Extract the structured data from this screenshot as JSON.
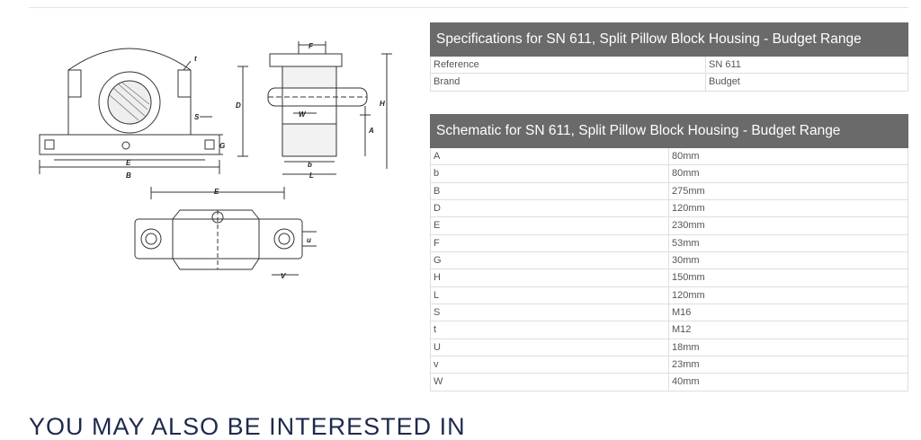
{
  "drawing": {
    "dimension_labels": [
      "t",
      "S",
      "G",
      "E",
      "B",
      "D",
      "F",
      "W",
      "H",
      "A",
      "b",
      "L",
      "E",
      "u",
      "V"
    ]
  },
  "specifications": {
    "title": "Specifications for SN 611, Split Pillow Block Housing - Budget Range",
    "rows": [
      {
        "label": "Reference",
        "value": "SN 611"
      },
      {
        "label": "Brand",
        "value": "Budget"
      }
    ]
  },
  "schematic": {
    "title": "Schematic for SN 611, Split Pillow Block Housing - Budget Range",
    "rows": [
      {
        "label": "A",
        "value": "80mm"
      },
      {
        "label": "b",
        "value": "80mm"
      },
      {
        "label": "B",
        "value": "275mm"
      },
      {
        "label": "D",
        "value": "120mm"
      },
      {
        "label": "E",
        "value": "230mm"
      },
      {
        "label": "F",
        "value": "53mm"
      },
      {
        "label": "G",
        "value": "30mm"
      },
      {
        "label": "H",
        "value": "150mm"
      },
      {
        "label": "L",
        "value": "120mm"
      },
      {
        "label": "S",
        "value": "M16"
      },
      {
        "label": "t",
        "value": "M12"
      },
      {
        "label": "U",
        "value": "18mm"
      },
      {
        "label": "v",
        "value": "23mm"
      },
      {
        "label": "W",
        "value": "40mm"
      }
    ]
  },
  "teaser": {
    "heading": "YOU MAY ALSO BE INTERESTED IN"
  }
}
